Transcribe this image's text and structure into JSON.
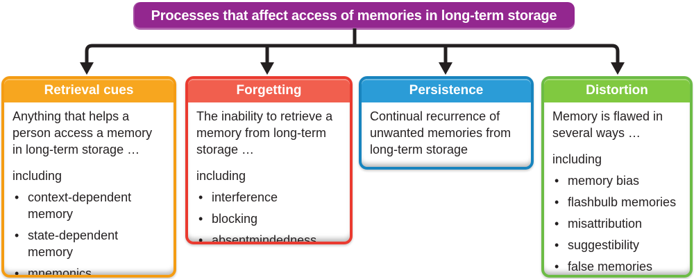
{
  "title": {
    "label": "Processes that affect access of memories in long-term storage",
    "bg_color": "#93278F",
    "text_color": "#FFFFFF"
  },
  "connector": {
    "line_color": "#231F20",
    "arrow_count": 4
  },
  "boxes": [
    {
      "id": "retrieval-cues",
      "title": "Retrieval cues",
      "border_color": "#F49C13",
      "header_color": "#F7A61F",
      "description": "Anything that helps a person access a memory in long-term storage …",
      "including_label": "including",
      "bullets": [
        "context-dependent memory",
        "state-dependent memory",
        "mnemonics"
      ]
    },
    {
      "id": "forgetting",
      "title": "Forgetting",
      "border_color": "#EA3B30",
      "header_color": "#F15F4E",
      "description": "The inability to retrieve a memory from long-term storage …",
      "including_label": "including",
      "bullets": [
        "interference",
        "blocking",
        "absentmindedness"
      ]
    },
    {
      "id": "persistence",
      "title": "Persistence",
      "border_color": "#1884BE",
      "header_color": "#2B9CD7",
      "description": "Continual recurrence of unwanted memories from long-term storage",
      "including_label": "",
      "bullets": []
    },
    {
      "id": "distortion",
      "title": "Distortion",
      "border_color": "#6CBB45",
      "header_color": "#80C940",
      "description": "Memory is flawed in several ways …",
      "including_label": "including",
      "bullets": [
        "memory bias",
        "flashbulb memories",
        "misattribution",
        "suggestibility",
        "false memories"
      ]
    }
  ]
}
